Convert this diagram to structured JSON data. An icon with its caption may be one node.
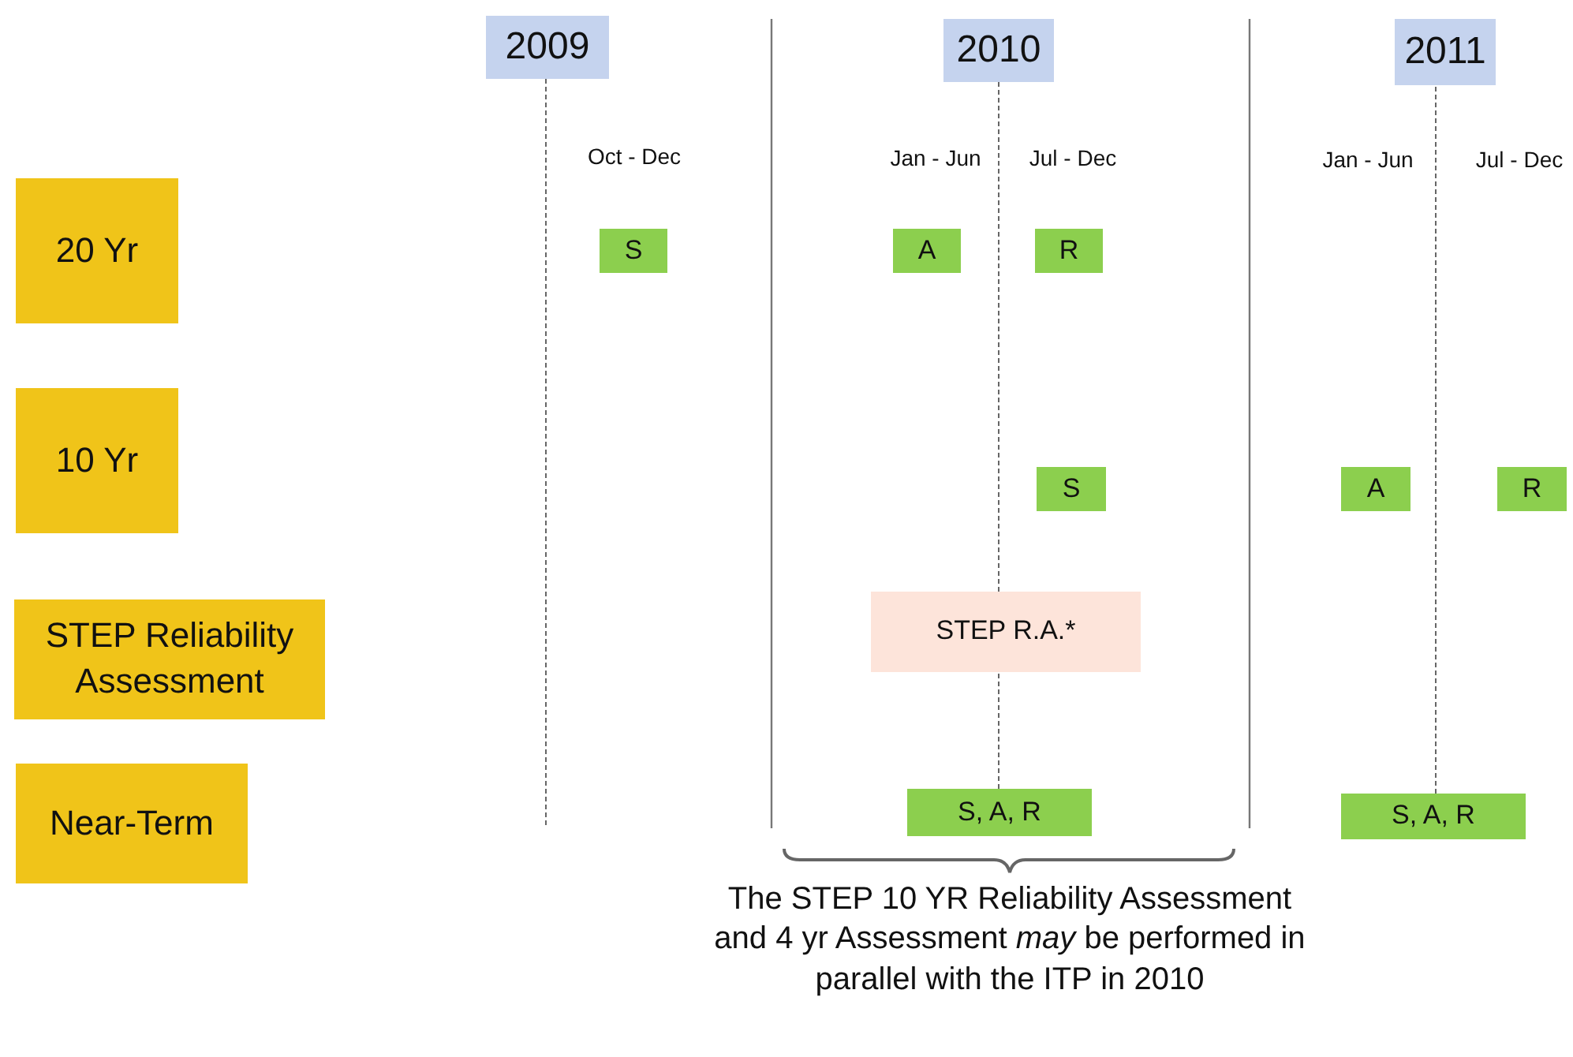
{
  "diagram": {
    "nodes": [
      {
        "text": [
          "2009"
        ]
      },
      {
        "text": [
          "2010"
        ]
      },
      {
        "text": [
          "2011"
        ]
      },
      {
        "text": [
          "20 Yr"
        ]
      },
      {
        "text": [
          "10 Yr"
        ]
      },
      {
        "text": [
          "STEP Reliability Assessment"
        ]
      },
      {
        "text": [
          "Near-Term"
        ]
      },
      {
        "text": [
          "S"
        ]
      },
      {
        "text": [
          "A"
        ]
      },
      {
        "text": [
          "R"
        ]
      },
      {
        "text": [
          "S"
        ]
      },
      {
        "text": [
          "A"
        ]
      },
      {
        "text": [
          "R"
        ]
      },
      {
        "text": [
          "STEP R.A.*"
        ]
      },
      {
        "text": [
          "S, A, R"
        ]
      },
      {
        "text": [
          "S, A, R"
        ]
      }
    ],
    "labels": [
      "Oct - Dec",
      "Jan - Jun",
      "Jul - Dec",
      "Jan - Jun",
      "Jul - Dec",
      "The STEP 10 YR Reliability Assessment and 4 yr Assessment *may* be performed in parallel with the ITP in 2010"
    ]
  }
}
